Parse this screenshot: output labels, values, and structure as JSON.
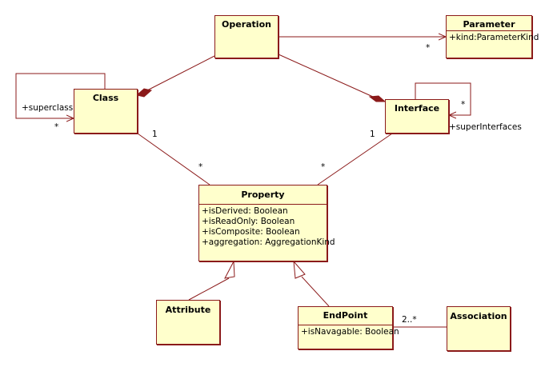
{
  "classes": {
    "operation": {
      "name": "Operation"
    },
    "parameter": {
      "name": "Parameter",
      "attributes": [
        "+kind:ParameterKind"
      ]
    },
    "class": {
      "name": "Class"
    },
    "interface": {
      "name": "Interface"
    },
    "property": {
      "name": "Property",
      "attributes": [
        "+isDerived: Boolean",
        "+isReadOnly: Boolean",
        "+isComposite: Boolean",
        "+aggregation: AggregationKind"
      ]
    },
    "attribute": {
      "name": "Attribute"
    },
    "endpoint": {
      "name": "EndPoint",
      "attributes": [
        "+isNavagable: Boolean"
      ]
    },
    "association": {
      "name": "Association"
    }
  },
  "labels": {
    "superclass_role": "+superclass",
    "superclass_mult": "*",
    "superinterfaces_role": "+superInterfaces",
    "superinterfaces_mult": "*",
    "parameter_mult": "*",
    "class_property_one": "1",
    "class_property_many": "*",
    "interface_property_one": "1",
    "interface_property_many": "*",
    "endpoint_association_mult": "2..*"
  },
  "colors": {
    "line": "#8b1a1a",
    "fill": "#ffffcc"
  }
}
